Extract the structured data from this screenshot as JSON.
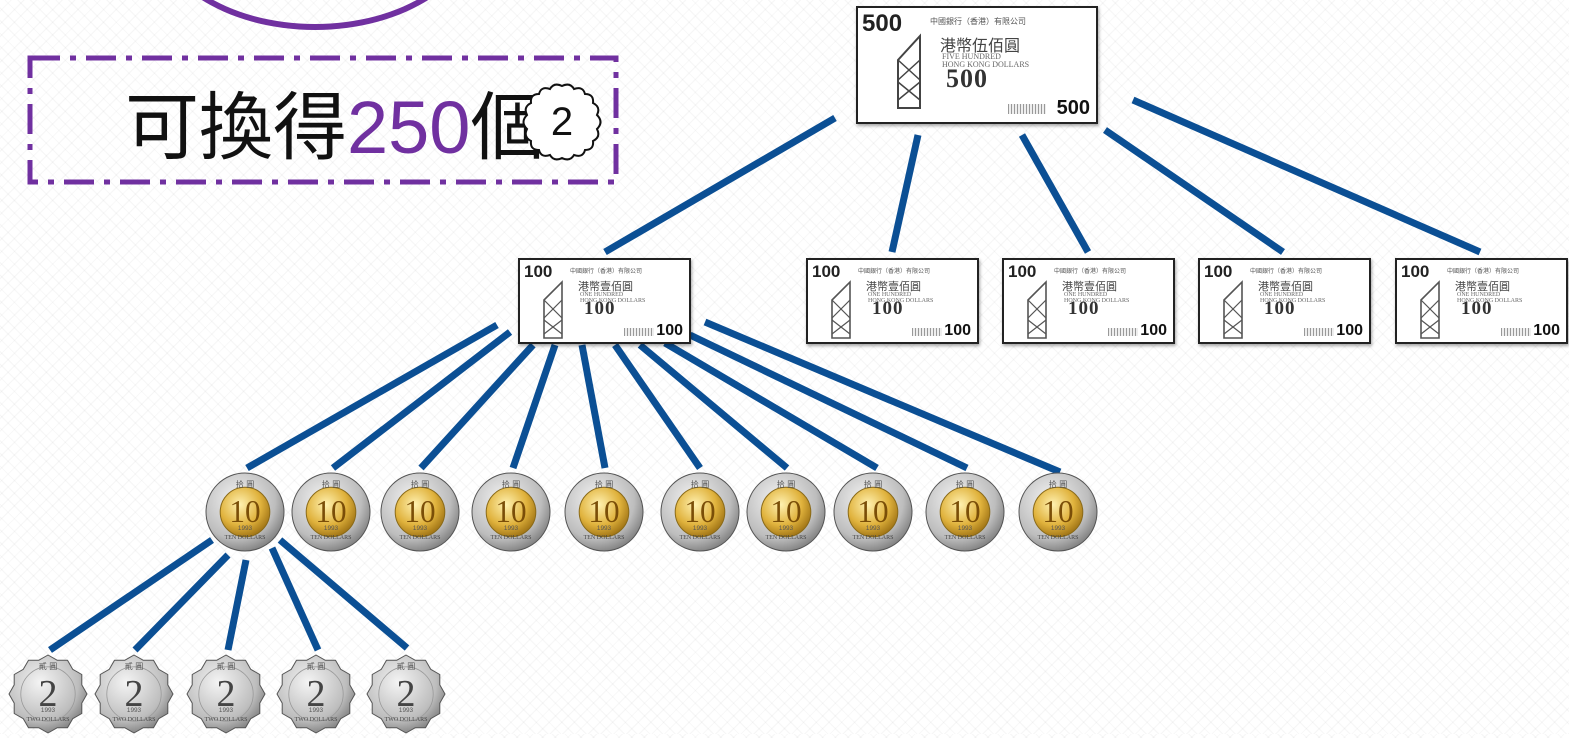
{
  "caption": {
    "prefix": "可換得",
    "number": "250",
    "suffix": "個",
    "badge": "2"
  },
  "note500": {
    "corner": "500",
    "bank": "中國銀行（香港）有限公司",
    "title": "港幣伍佰圓",
    "sub1": "FIVE HUNDRED",
    "sub2": "HONG KONG DOLLARS",
    "mid": "500",
    "value": "500"
  },
  "note100": {
    "corner": "100",
    "bank": "中國銀行（香港）有限公司",
    "title": "港幣壹佰圓",
    "sub1": "ONE HUNDRED",
    "sub2": "HONG KONG DOLLARS",
    "mid": "100",
    "value": "100"
  },
  "coin10": {
    "value": "10",
    "year": "1993",
    "top": "拾 圓",
    "rim": "TEN DOLLARS"
  },
  "coin2": {
    "value": "2",
    "year": "1993",
    "top": "貳 圓",
    "rim": "TWO DOLLARS"
  },
  "counts": {
    "notes100": 5,
    "coins10": 10,
    "coins2": 5
  },
  "colors": {
    "connector": "#0b4f94",
    "accent": "#7030a0"
  }
}
